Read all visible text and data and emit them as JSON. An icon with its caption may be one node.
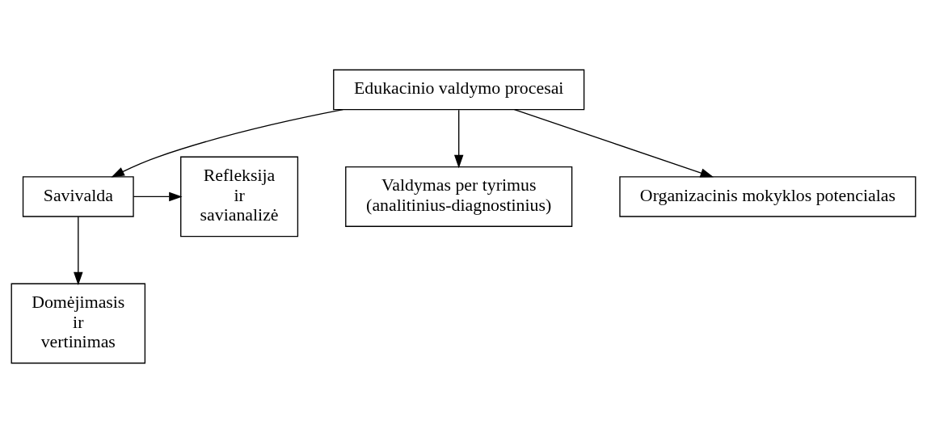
{
  "diagram": {
    "nodes": [
      {
        "text": [
          "Edukacinio valdymo procesai"
        ]
      },
      {
        "text": [
          "Savivalda"
        ]
      },
      {
        "text": [
          "Refleksija ir savianalizė"
        ]
      },
      {
        "text": [
          "Domėjimasis ir vertinimas"
        ]
      },
      {
        "text": [
          "Valdymas per tyrimus (analitinius-diagnostinius)"
        ]
      },
      {
        "text": [
          "Organizacinis mokyklos potencialas"
        ]
      }
    ],
    "edges": [
      {
        "from": 0,
        "to": 1,
        "arrow": "to"
      },
      {
        "from": 1,
        "to": 2,
        "arrow": "to"
      },
      {
        "from": 1,
        "to": 3,
        "arrow": "to"
      },
      {
        "from": 0,
        "to": 4,
        "arrow": "to"
      },
      {
        "from": 0,
        "to": 5,
        "arrow": "to"
      }
    ]
  }
}
